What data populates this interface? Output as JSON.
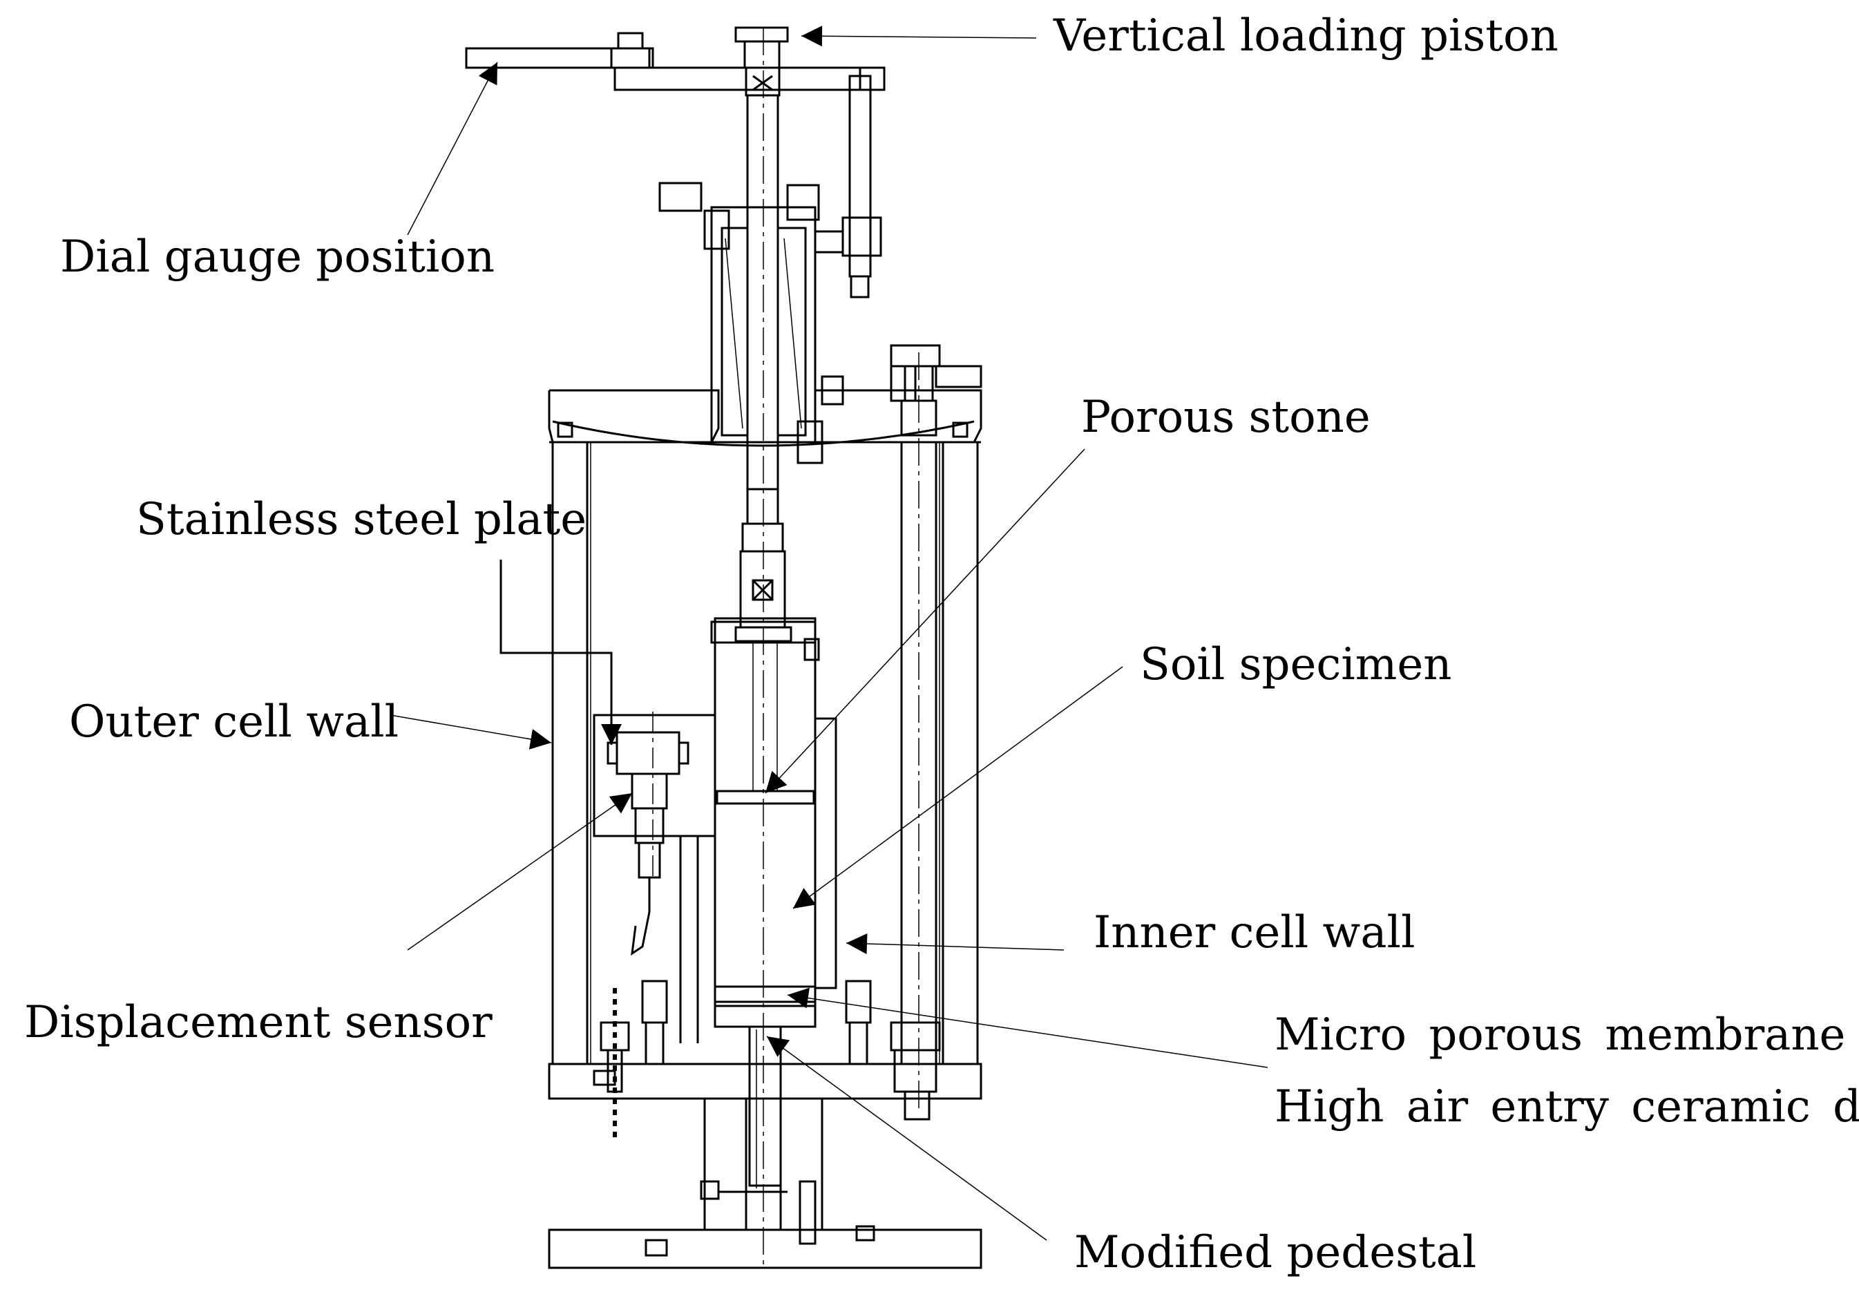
{
  "diagram": {
    "labels": {
      "vertical_loading_piston": "Vertical loading piston",
      "dial_gauge_position": "Dial gauge position",
      "porous_stone": "Porous stone",
      "stainless_steel_plate": "Stainless steel plate",
      "soil_specimen": "Soil specimen",
      "outer_cell_wall": "Outer cell wall",
      "inner_cell_wall": "Inner cell wall",
      "displacement_sensor": "Displacement sensor",
      "membrane_line_1": "Micro porous membrane or",
      "membrane_line_2": "High air entry ceramic disk",
      "modified_pedestal": "Modified pedestal"
    },
    "colors": {
      "ink": "#000000",
      "paper": "#ffffff"
    }
  }
}
